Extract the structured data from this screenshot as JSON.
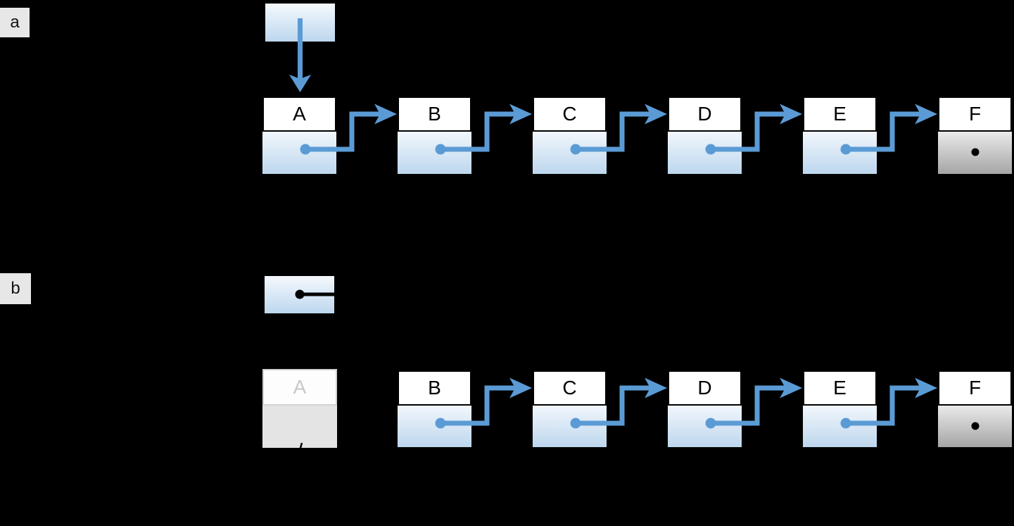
{
  "figure": {
    "description": "Singly linked list before and after removing the first node",
    "colors": {
      "background": "#000000",
      "accent_blue": "#5B9BD5",
      "node_gradient_top": "#F2F7FC",
      "node_gradient_bottom": "#BDD7EE",
      "null_gradient_top": "#EAEAEA",
      "null_gradient_bottom": "#A5A5A5",
      "faded_fill": "#E4E4E4",
      "label_box_fill": "#E7E7E7"
    }
  },
  "panel_a": {
    "label": "a",
    "head": {
      "name": "head-pointer",
      "points_to": "A"
    },
    "nodes": [
      {
        "label": "A"
      },
      {
        "label": "B"
      },
      {
        "label": "C"
      },
      {
        "label": "D"
      },
      {
        "label": "E"
      },
      {
        "label": "F",
        "null_pointer": true
      }
    ]
  },
  "panel_b": {
    "label": "b",
    "head": {
      "name": "head-pointer",
      "state": "severed-black-pointer"
    },
    "removed_node": {
      "label": "A",
      "faded": true
    },
    "nodes": [
      {
        "label": "B"
      },
      {
        "label": "C"
      },
      {
        "label": "D"
      },
      {
        "label": "E"
      },
      {
        "label": "F",
        "null_pointer": true
      }
    ]
  }
}
